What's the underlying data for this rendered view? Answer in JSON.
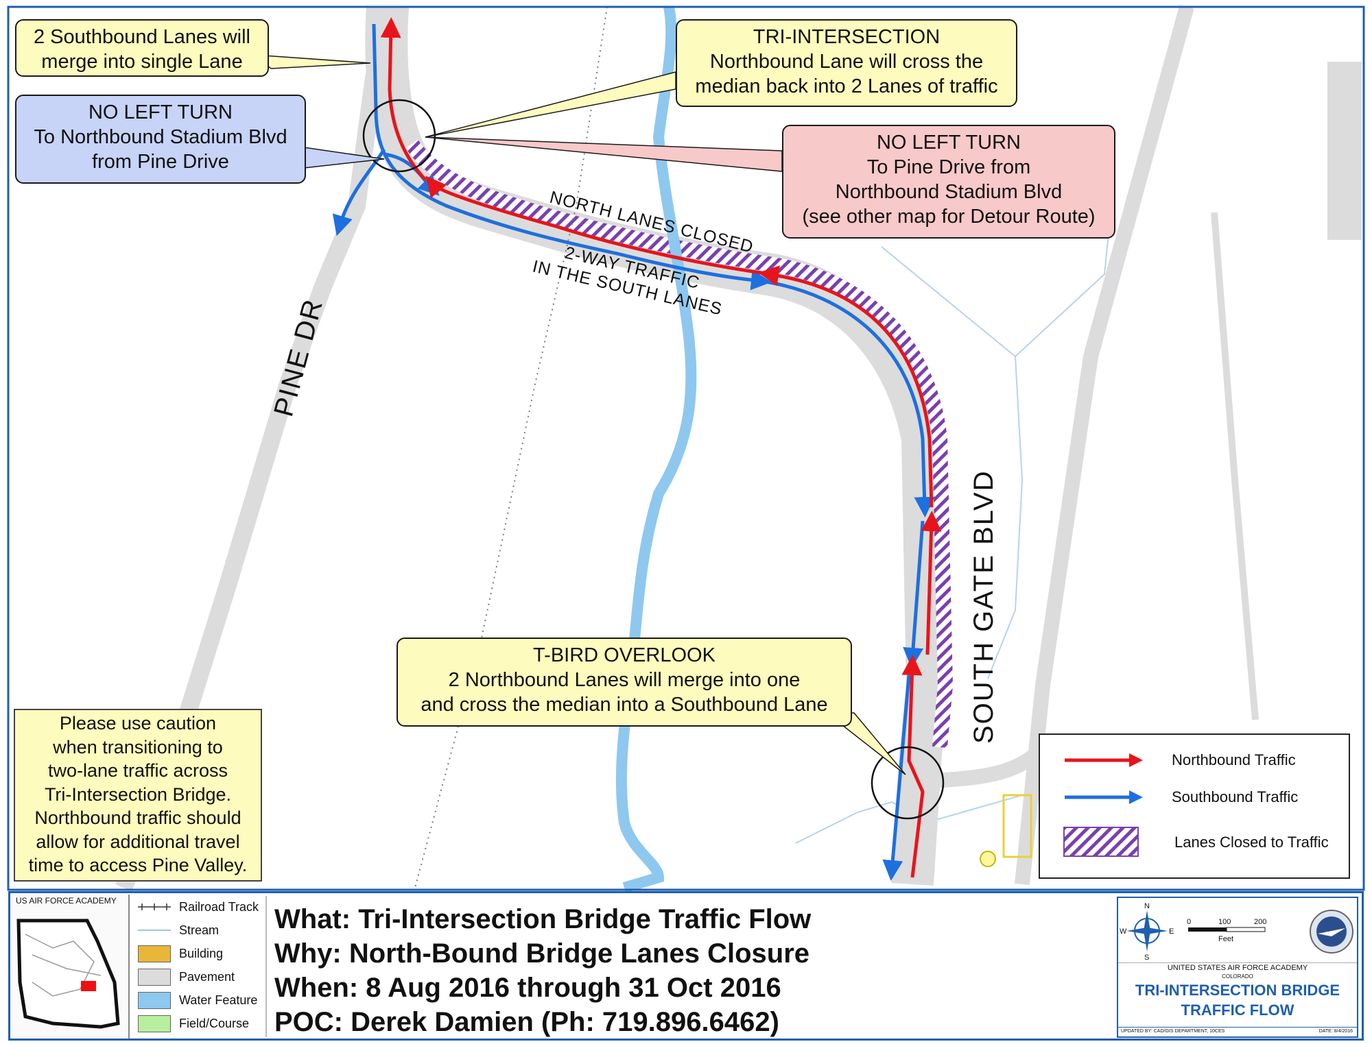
{
  "map": {
    "road_labels": {
      "pine_dr": "PINE DR",
      "south_gate_blvd": "SOUTH GATE BLVD"
    },
    "closure_label_1": "NORTH LANES CLOSED",
    "closure_label_2a": "2-WAY TRAFFIC",
    "closure_label_2b": "IN THE SOUTH LANES",
    "colors": {
      "northbound": "#e8141b",
      "southbound": "#1e6fe0",
      "closed_stripe": "#7a3fb0",
      "pavement": "#dcdcdc",
      "stream": "#b8d2ee",
      "water": "#8ec8ef",
      "frame": "#1f5fb0"
    }
  },
  "callouts": {
    "merge": [
      "2 Southbound Lanes will",
      "merge into single Lane"
    ],
    "tri": [
      "TRI-INTERSECTION",
      "Northbound Lane will cross the",
      "median back into 2 Lanes of traffic"
    ],
    "no_left_blue": [
      "NO LEFT TURN",
      "To Northbound Stadium Blvd",
      "from Pine Drive"
    ],
    "no_left_red": [
      "NO LEFT TURN",
      "To Pine Drive from",
      "Northbound Stadium Blvd",
      "(see other map for Detour Route)"
    ],
    "tbird": [
      "T-BIRD OVERLOOK",
      "2 Northbound Lanes will merge into one",
      "and cross the median into a Southbound Lane"
    ],
    "caution": [
      "Please use caution",
      "when transitioning to",
      "two-lane traffic across",
      "Tri-Intersection Bridge.",
      "Northbound traffic should",
      "allow for additional travel",
      "time to access Pine Valley."
    ]
  },
  "legend": {
    "items": [
      {
        "label": "Northbound Traffic",
        "color": "#e8141b"
      },
      {
        "label": "Southbound Traffic",
        "color": "#1e6fe0"
      },
      {
        "label": "Lanes Closed to Traffic",
        "color": "#7a3fb0"
      }
    ]
  },
  "footer": {
    "inset_title": "US AIR FORCE ACADEMY",
    "base_legend": [
      {
        "label": "Railroad Track",
        "icon": "railroad-icon"
      },
      {
        "label": "Stream",
        "color": "#9ec3ea"
      },
      {
        "label": "Building",
        "color": "#e8b73a"
      },
      {
        "label": "Pavement",
        "color": "#dcdcdc"
      },
      {
        "label": "Water Feature",
        "color": "#8ec8ef"
      },
      {
        "label": "Field/Course",
        "color": "#b7ef9f"
      }
    ],
    "what": "What: Tri-Intersection Bridge Traffic Flow",
    "why": "Why: North-Bound Bridge Lanes Closure",
    "when": "When: 8 Aug 2016 through 31 Oct 2016",
    "poc": "POC: Derek Damien (Ph: 719.896.6462)",
    "compass": {
      "n": "N",
      "s": "S",
      "e": "E",
      "w": "W"
    },
    "scale": {
      "t0": "0",
      "t1": "100",
      "t2": "200",
      "unit": "Feet"
    },
    "org": "UNITED STATES AIR FORCE ACADEMY",
    "org_sub": "COLORADO",
    "title1": "TRI-INTERSECTION BRIDGE",
    "title2": "TRAFFIC FLOW",
    "updated_by": "UPDATED BY: CAD/GIS DEPARTMENT, 10CES",
    "date": "DATE: 8/4/2016"
  }
}
